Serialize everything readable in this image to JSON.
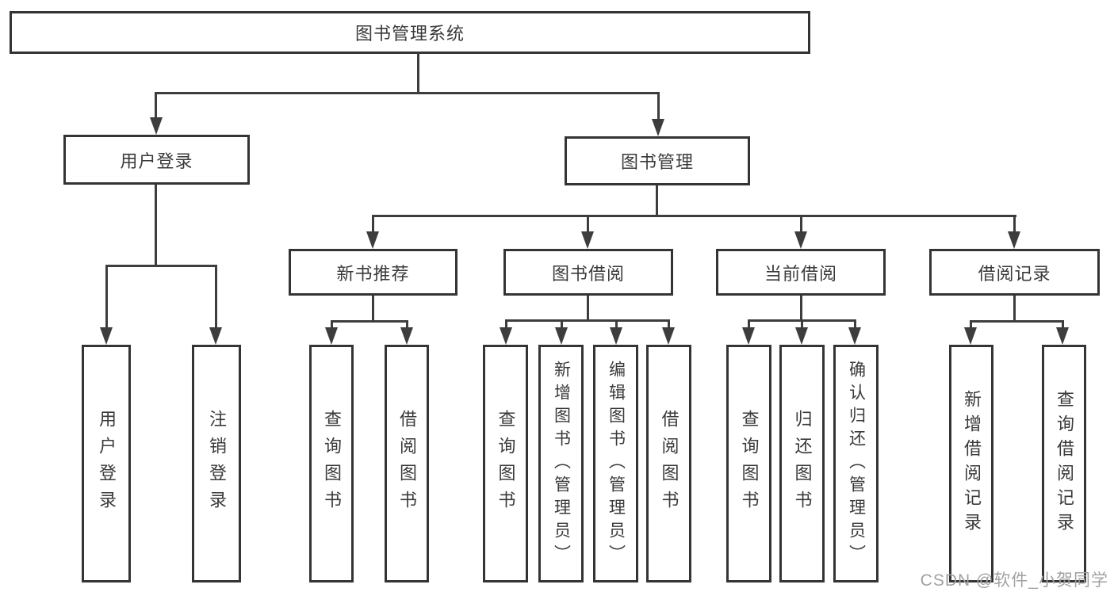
{
  "diagram": {
    "root": {
      "label": "图书管理系统"
    },
    "branches": [
      {
        "label": "用户登录",
        "children": [
          "用户登录",
          "注销登录"
        ]
      },
      {
        "label": "图书管理",
        "groups": [
          {
            "label": "新书推荐",
            "children": [
              "查询图书",
              "借阅图书"
            ]
          },
          {
            "label": "图书借阅",
            "children": [
              "查询图书",
              "新增图书（管理员）",
              "编辑图书（管理员）",
              "借阅图书"
            ]
          },
          {
            "label": "当前借阅",
            "children": [
              "查询图书",
              "归还图书",
              "确认归还（管理员）"
            ]
          },
          {
            "label": "借阅记录",
            "children": [
              "新增借阅记录",
              "查询借阅记录"
            ]
          }
        ]
      }
    ]
  },
  "watermark": "CSDN @软件_小贺同学",
  "colors": {
    "line": "#3d3d3d",
    "border": "#343434",
    "text": "#3a3a3a",
    "watermark": "#a2a2a2",
    "background": "#ffffff"
  }
}
